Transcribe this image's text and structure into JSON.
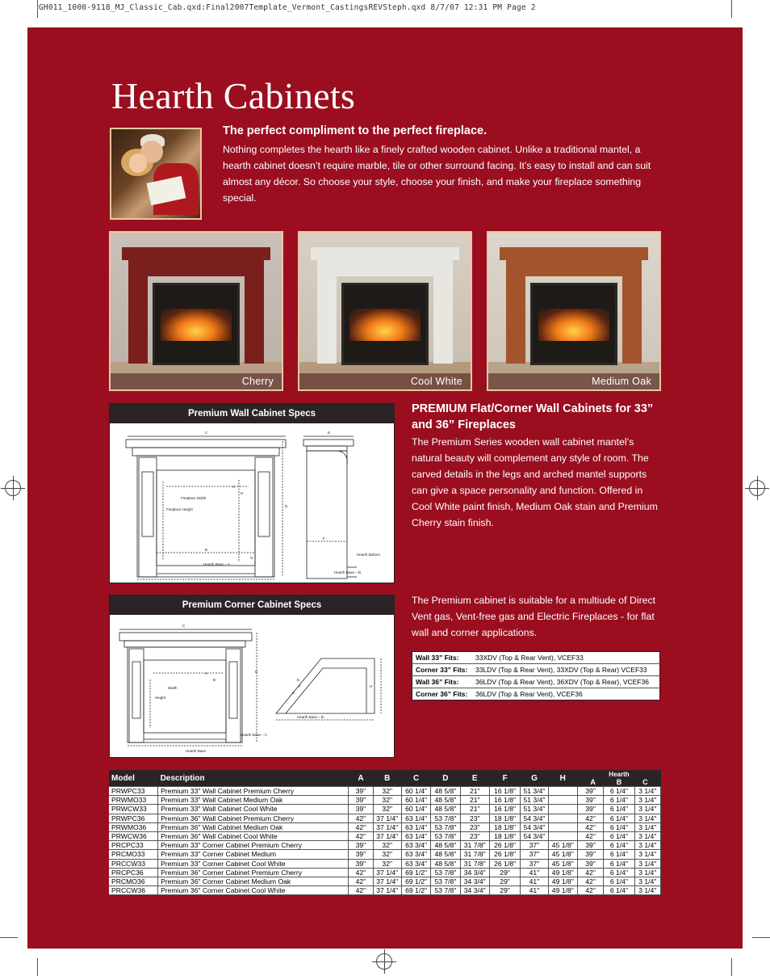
{
  "slug": "GH011_1000-9118_MJ_Classic_Cab.qxd:Final2007Template_Vermont_CastingsREVSteph.qxd  8/7/07  12:31 PM  Page 2",
  "title": "Hearth Cabinets",
  "intro": {
    "heading": "The perfect compliment to the perfect fireplace.",
    "body": "Nothing completes the hearth like a finely crafted wooden cabinet.  Unlike a traditional mantel, a hearth cabinet doesn’t require marble, tile or other surround facing.  It’s easy to install and can suit almost any décor.  So choose your style, choose your finish, and make your fireplace something special."
  },
  "finishes": [
    {
      "label": "Cherry",
      "color": "#7a1f1c"
    },
    {
      "label": "Cool White",
      "color": "#e8e6e0"
    },
    {
      "label": "Medium Oak",
      "color": "#a4542a"
    }
  ],
  "wall_specs": {
    "title": "Premium Wall Cabinet Specs",
    "labels": {
      "fireplace_width": "Fireplace Width",
      "fireplace_height": "Fireplace Height",
      "hearth_base_a": "Hearth Base – A",
      "hearth_base_b": "Hearth Base – B",
      "hearth_bottom": "Hearth Bottom",
      "c": "C",
      "e": "E",
      "a": "A",
      "h": "H",
      "b": "B",
      "d": "D",
      "f": "F",
      "g": "G"
    }
  },
  "corner_specs": {
    "title": "Premium Corner Cabinet Specs",
    "labels": {
      "width": "Width",
      "height": "Height",
      "hearth_base": "Hearth Base",
      "hearth_base_b": "Hearth Base – B",
      "hearth_base_c": "Hearth Base – C",
      "c": "C",
      "a": "A",
      "b": "B",
      "d": "D",
      "e": "E",
      "f": "F",
      "g": "G",
      "h": "H"
    }
  },
  "premium": {
    "heading": "PREMIUM Flat/Corner Wall Cabinets for 33” and 36” Fireplaces",
    "body": "The Premium Series wooden wall cabinet mantel’s natural beauty  will complement any style of room. The carved details in the legs and arched mantel supports can give a space personality and function. Offered in Cool White paint finish, Medium Oak stain and Premium Cherry stain finish.",
    "suitable": "The Premium cabinet is suitable for a multiude of Direct Vent gas, Vent-free gas and Electric Fireplaces - for flat wall and corner applications."
  },
  "fits": [
    {
      "key": "Wall 33” Fits:",
      "value": "33XDV (Top & Rear Vent), VCEF33"
    },
    {
      "key": "Corner 33” Fits:",
      "value": "33LDV (Top & Rear Vent), 33XDV (Top & Rear) VCEF33"
    },
    {
      "key": "Wall 36” Fits:",
      "value": "36LDV (Top & Rear Vent), 36XDV (Top & Rear), VCEF36"
    },
    {
      "key": "Corner 36” Fits:",
      "value": "36LDV (Top & Rear Vent), VCEF36"
    }
  ],
  "model_table": {
    "headers": {
      "model": "Model",
      "description": "Description",
      "a": "A",
      "b": "B",
      "c": "C",
      "d": "D",
      "e": "E",
      "f": "F",
      "g": "G",
      "h": "H",
      "hearth": "Hearth",
      "ha": "A",
      "hb": "B",
      "hc": "C"
    },
    "rows": [
      [
        "PRWPC33",
        "Premium 33\" Wall Cabinet Premium Cherry",
        "39\"",
        "32\"",
        "60 1/4\"",
        "48 5/8\"",
        "21\"",
        "16 1/8\"",
        "51 3/4\"",
        "",
        "39\"",
        "6 1/4\"",
        "3 1/4\""
      ],
      [
        "PRWMO33",
        "Premium 33\" Wall Cabinet Medium Oak",
        "39\"",
        "32\"",
        "60 1/4\"",
        "48 5/8\"",
        "21\"",
        "16 1/8\"",
        "51 3/4\"",
        "",
        "39\"",
        "6 1/4\"",
        "3 1/4\""
      ],
      [
        "PRWCW33",
        "Premium 33\" Wall Cabinet Cool White",
        "39\"",
        "32\"",
        "60 1/4\"",
        "48 5/8\"",
        "21\"",
        "16 1/8\"",
        "51 3/4\"",
        "",
        "39\"",
        "6 1/4\"",
        "3 1/4\""
      ],
      [
        "PRWPC36",
        "Premium 36\" Wall Cabinet Premium Cherry",
        "42\"",
        "37 1/4\"",
        "63 1/4\"",
        "53 7/8\"",
        "23\"",
        "18 1/8\"",
        "54 3/4\"",
        "",
        "42\"",
        "6 1/4\"",
        "3 1/4\""
      ],
      [
        "PRWMO36",
        "Premium 36\" Wall Cabinet Medium Oak",
        "42\"",
        "37 1/4\"",
        "63 1/4\"",
        "53 7/8\"",
        "23\"",
        "18 1/8\"",
        "54 3/4\"",
        "",
        "42\"",
        "6 1/4\"",
        "3 1/4\""
      ],
      [
        "PRWCW36",
        "Premium 36\" Wall Cabinet Cool White",
        "42\"",
        "37 1/4\"",
        "63 1/4\"",
        "53 7/8\"",
        "23\"",
        "18 1/8\"",
        "54 3/4\"",
        "",
        "42\"",
        "6 1/4\"",
        "3 1/4\""
      ],
      [
        "PRCPC33",
        "Premium 33\" Corner Cabinet Premium Cherry",
        "39\"",
        "32\"",
        "63 3/4\"",
        "48 5/8\"",
        "31 7/8\"",
        "26 1/8\"",
        "37\"",
        "45 1/8\"",
        "39\"",
        "6 1/4\"",
        "3 1/4\""
      ],
      [
        "PRCMO33",
        "Premium 33\" Corner Cabinet Medium",
        "39\"",
        "32\"",
        "63 3/4\"",
        "48 5/8\"",
        "31 7/8\"",
        "26 1/8\"",
        "37\"",
        "45 1/8\"",
        "39\"",
        "6 1/4\"",
        "3 1/4\""
      ],
      [
        "PRCCW33",
        "Premium 33\" Corner Cabinet Cool White",
        "39\"",
        "32\"",
        "63 3/4\"",
        "48 5/8\"",
        "31 7/8\"",
        "26 1/8\"",
        "37\"",
        "45 1/8\"",
        "39\"",
        "6 1/4\"",
        "3 1/4\""
      ],
      [
        "PRCPC36",
        "Premium 36\" Corner Cabinet Premium Cherry",
        "42\"",
        "37 1/4\"",
        "69 1/2\"",
        "53 7/8\"",
        "34 3/4\"",
        "29\"",
        "41\"",
        "49 1/8\"",
        "42\"",
        "6 1/4\"",
        "3 1/4\""
      ],
      [
        "PRCMO36",
        "Premium 36\" Corner Cabinet Medium Oak",
        "42\"",
        "37 1/4\"",
        "69 1/2\"",
        "53 7/8\"",
        "34 3/4\"",
        "29\"",
        "41\"",
        "49 1/8\"",
        "42\"",
        "6 1/4\"",
        "3 1/4\""
      ],
      [
        "PRCCW36",
        "Premium 36\" Corner Cabinet Cool White",
        "42\"",
        "37 1/4\"",
        "69 1/2\"",
        "53 7/8\"",
        "34 3/4\"",
        "29\"",
        "41\"",
        "49 1/8\"",
        "42\"",
        "6 1/4\"",
        "3 1/4\""
      ]
    ]
  }
}
